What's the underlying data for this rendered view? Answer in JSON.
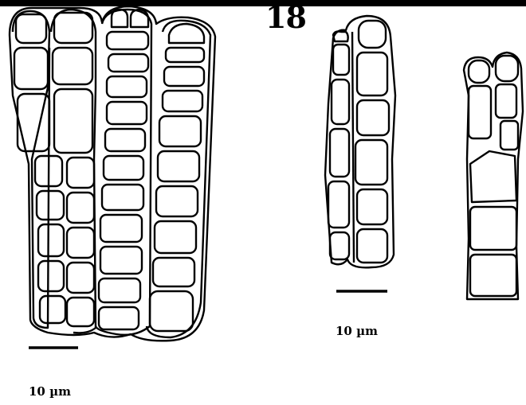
{
  "figure": {
    "number": "18"
  },
  "scale_bars": {
    "left_label": "10 µm",
    "middle_label": "10 µm"
  },
  "colors": {
    "ink": "#000000",
    "paper": "#ffffff"
  }
}
